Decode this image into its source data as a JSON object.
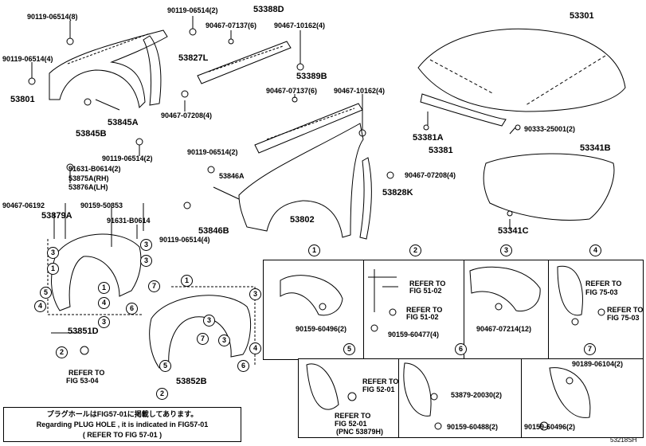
{
  "labels": {
    "p90119_06514_8": "90119-06514(8)",
    "p90119_06514_2a": "90119-06514(2)",
    "p53388D": "53388D",
    "p90467_07137_6a": "90467-07137(6)",
    "p90467_10162_4a": "90467-10162(4)",
    "p53301": "53301",
    "p90119_06514_4a": "90119-06514(4)",
    "p53827L": "53827L",
    "p53801": "53801",
    "p53389B": "53389B",
    "p90467_07137_6b": "90467-07137(6)",
    "p90467_10162_4b": "90467-10162(4)",
    "p53845A": "53845A",
    "p90467_07208_4a": "90467-07208(4)",
    "p53845B": "53845B",
    "p90119_06514_2b": "90119-06514(2)",
    "p53381A": "53381A",
    "p53381": "53381",
    "p90333_25001": "90333-25001(2)",
    "p53341B": "53341B",
    "p90119_06514_2c": "90119-06514(2)",
    "p91631_B0614_2": "91631-B0614(2)",
    "p53875A": "53875A(RH)",
    "p53876A": "53876A(LH)",
    "p53846A": "53846A",
    "p90467_07208_4b": "90467-07208(4)",
    "p53828K": "53828K",
    "p90467_06192": "90467-06192",
    "p90159_50353": "90159-50353",
    "p53879A": "53879A",
    "p91631_B0614": "91631-B0614",
    "p53802": "53802",
    "p53341C": "53341C",
    "p53846B": "53846B",
    "p90119_06514_4b": "90119-06514(4)",
    "p53851D": "53851D",
    "p53852B": "53852B",
    "p90159_60496_2a": "90159-60496(2)",
    "p90159_60477_4": "90159-60477(4)",
    "p90467_07214_12": "90467-07214(12)",
    "p53879_20030": "53879-20030(2)",
    "p90159_60488_2": "90159-60488(2)",
    "p90189_06104_2": "90189-06104(2)",
    "p90159_60496_2b": "90159-60496(2)",
    "p52_01_pnc": "(PNC 53879H)",
    "diagram_code": "53218SH"
  },
  "refs": {
    "refer_to": "REFER TO",
    "fig_53_04": "FIG 53-04",
    "fig_51_02": "FIG 51-02",
    "fig_75_03": "FIG 75-03",
    "fig_52_01": "FIG 52-01"
  },
  "circles": [
    "1",
    "2",
    "3",
    "4",
    "5",
    "6",
    "7"
  ],
  "note": {
    "line_jp": "プラグホールはFIG57-01に掲載してあります。",
    "line_en": "Regarding PLUG HOLE , it is indicated in FIG57-01",
    "line_ref": "(   REFER TO FIG 57-01   )"
  }
}
